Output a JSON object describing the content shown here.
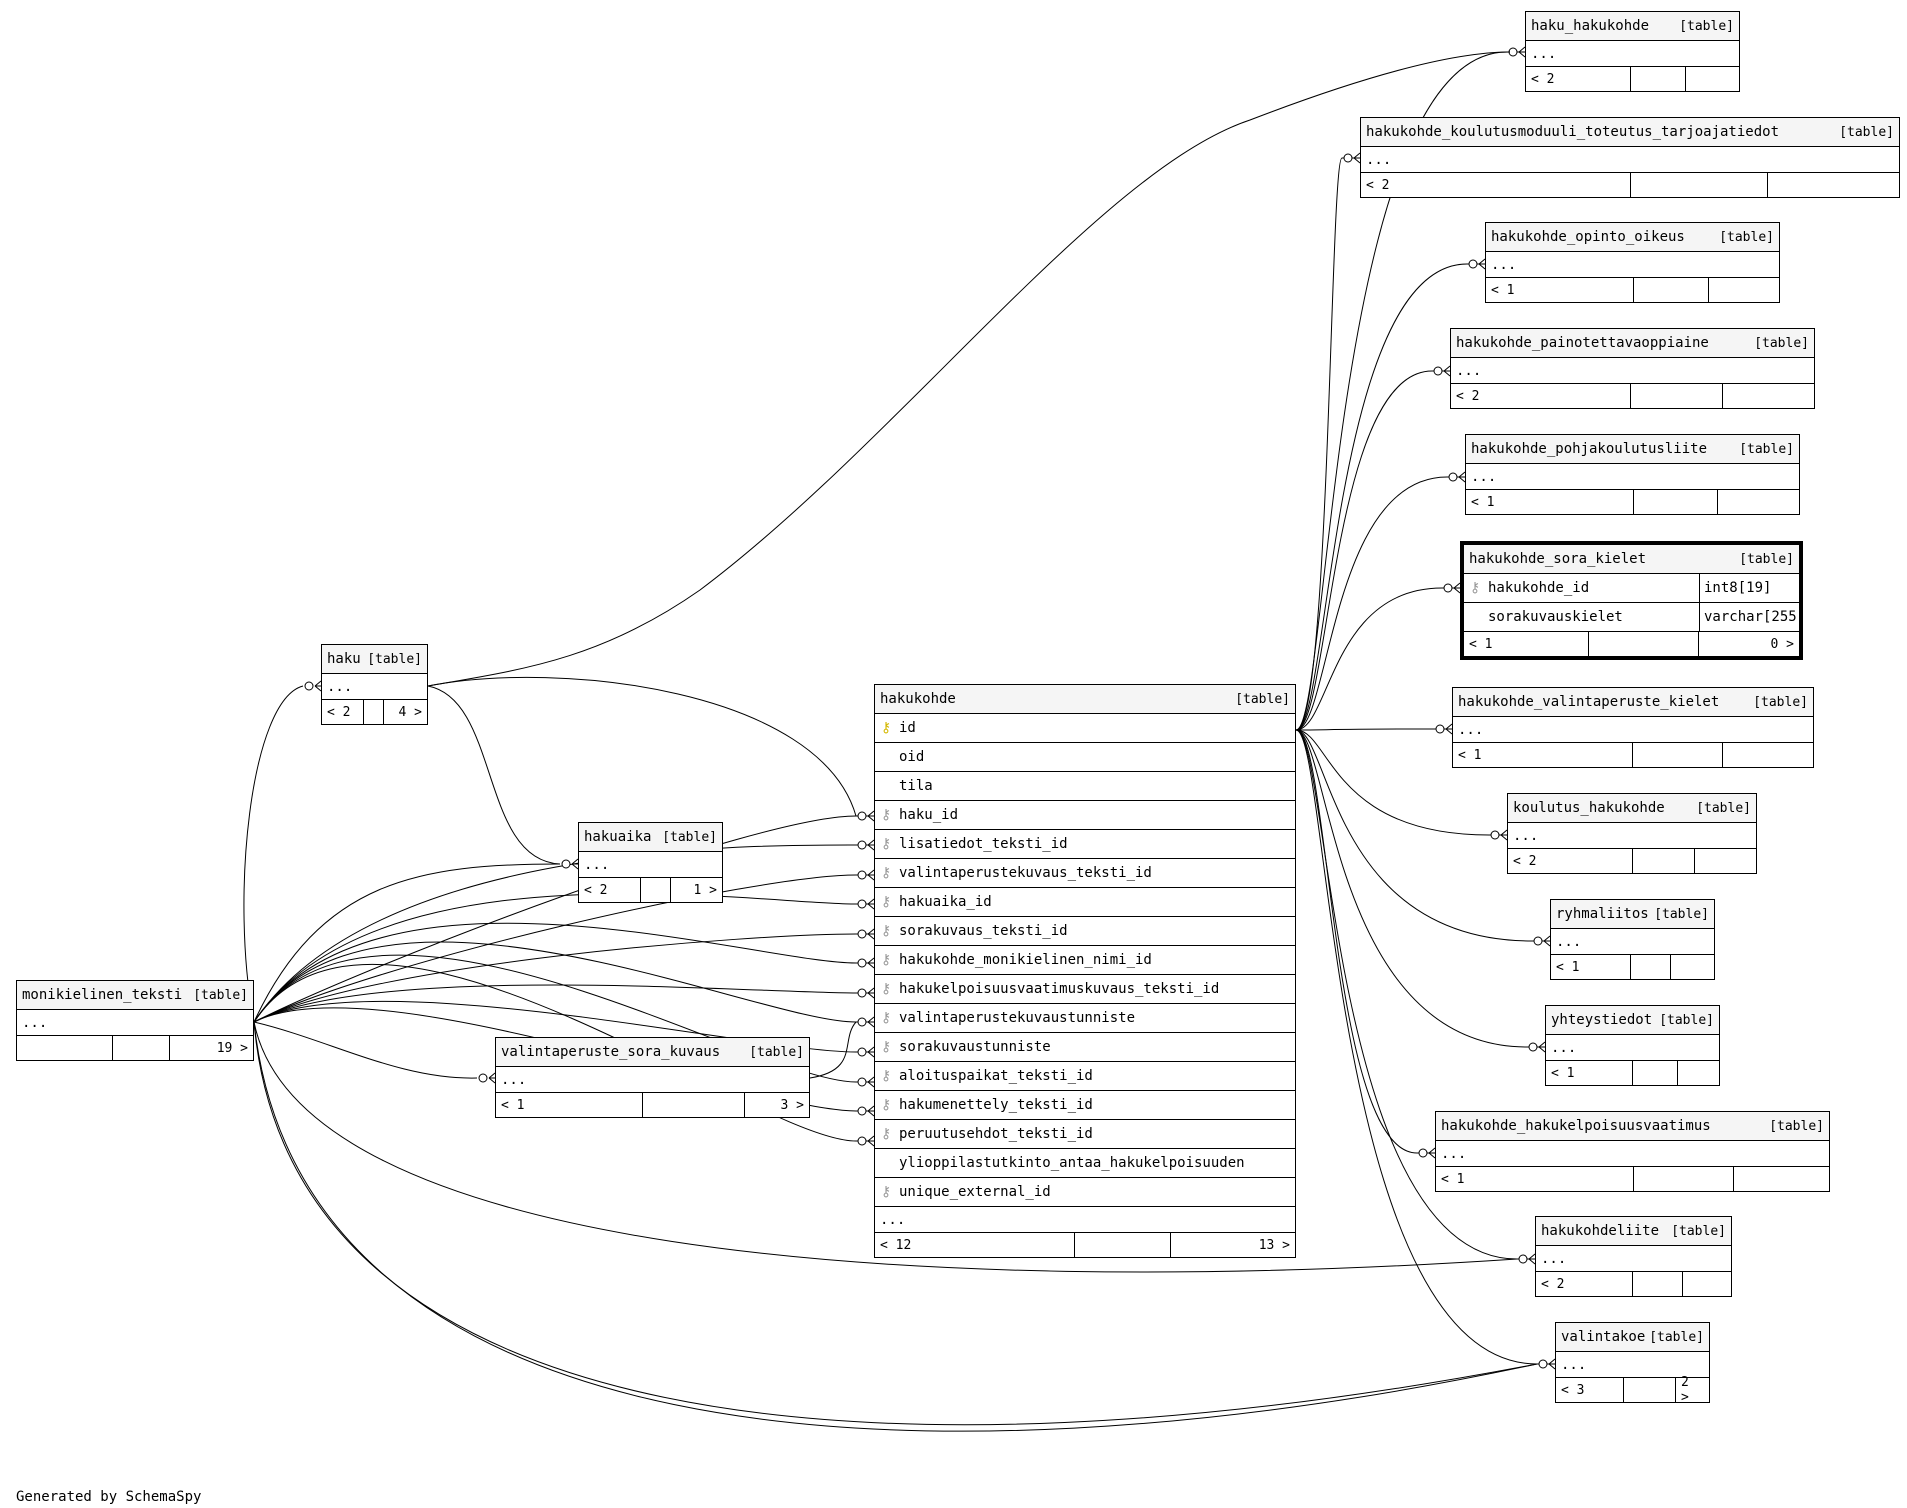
{
  "generated_by": "Generated by SchemaSpy",
  "label_table": "[table]",
  "ellipsis": "...",
  "tables": {
    "haku_hakukohde": {
      "name": "haku_hakukohde",
      "parents": "< 2",
      "children": ""
    },
    "hakukohde_koulutusmoduuli_toteutus_tarjoajatiedot": {
      "name": "hakukohde_koulutusmoduuli_toteutus_tarjoajatiedot",
      "parents": "< 2",
      "children": ""
    },
    "hakukohde_opinto_oikeus": {
      "name": "hakukohde_opinto_oikeus",
      "parents": "< 1",
      "children": ""
    },
    "hakukohde_painotettavaoppiaine": {
      "name": "hakukohde_painotettavaoppiaine",
      "parents": "< 2",
      "children": ""
    },
    "hakukohde_pohjakoulutusliite": {
      "name": "hakukohde_pohjakoulutusliite",
      "parents": "< 1",
      "children": ""
    },
    "hakukohde_sora_kielet": {
      "name": "hakukohde_sora_kielet",
      "parents": "< 1",
      "children": "0 >",
      "columns": [
        {
          "name": "hakukohde_id",
          "type": "int8[19]",
          "key": "fk"
        },
        {
          "name": "sorakuvauskielet",
          "type": "varchar[255]",
          "key": ""
        }
      ]
    },
    "hakukohde_valintaperuste_kielet": {
      "name": "hakukohde_valintaperuste_kielet",
      "parents": "< 1",
      "children": ""
    },
    "koulutus_hakukohde": {
      "name": "koulutus_hakukohde",
      "parents": "< 2",
      "children": ""
    },
    "ryhmaliitos": {
      "name": "ryhmaliitos",
      "parents": "< 1",
      "children": ""
    },
    "yhteystiedot": {
      "name": "yhteystiedot",
      "parents": "< 1",
      "children": ""
    },
    "hakukohde_hakukelpoisuusvaatimus": {
      "name": "hakukohde_hakukelpoisuusvaatimus",
      "parents": "< 1",
      "children": ""
    },
    "hakukohdeliite": {
      "name": "hakukohdeliite",
      "parents": "< 2",
      "children": ""
    },
    "valintakoe": {
      "name": "valintakoe",
      "parents": "< 3",
      "children": "2 >"
    },
    "haku": {
      "name": "haku",
      "parents": "< 2",
      "children": "4 >"
    },
    "hakuaika": {
      "name": "hakuaika",
      "parents": "< 2",
      "children": "1 >"
    },
    "valintaperuste_sora_kuvaus": {
      "name": "valintaperuste_sora_kuvaus",
      "parents": "< 1",
      "children": "3 >"
    },
    "monikielinen_teksti": {
      "name": "monikielinen_teksti",
      "parents": "",
      "children": "19 >"
    },
    "hakukohde": {
      "name": "hakukohde",
      "parents": "< 12",
      "children": "13 >",
      "columns": [
        {
          "name": "id",
          "key": "pk"
        },
        {
          "name": "oid",
          "key": ""
        },
        {
          "name": "tila",
          "key": ""
        },
        {
          "name": "haku_id",
          "key": "fk"
        },
        {
          "name": "lisatiedot_teksti_id",
          "key": "fk"
        },
        {
          "name": "valintaperustekuvaus_teksti_id",
          "key": "fk"
        },
        {
          "name": "hakuaika_id",
          "key": "fk"
        },
        {
          "name": "sorakuvaus_teksti_id",
          "key": "fk"
        },
        {
          "name": "hakukohde_monikielinen_nimi_id",
          "key": "fk"
        },
        {
          "name": "hakukelpoisuusvaatimuskuvaus_teksti_id",
          "key": "fk"
        },
        {
          "name": "valintaperustekuvaustunniste",
          "key": "fk"
        },
        {
          "name": "sorakuvaustunniste",
          "key": "fk"
        },
        {
          "name": "aloituspaikat_teksti_id",
          "key": "fk"
        },
        {
          "name": "hakumenettely_teksti_id",
          "key": "fk"
        },
        {
          "name": "peruutusehdot_teksti_id",
          "key": "fk"
        },
        {
          "name": "ylioppilastutkinto_antaa_hakukelpoisuuden",
          "key": ""
        },
        {
          "name": "unique_external_id",
          "key": "fk"
        }
      ]
    }
  }
}
